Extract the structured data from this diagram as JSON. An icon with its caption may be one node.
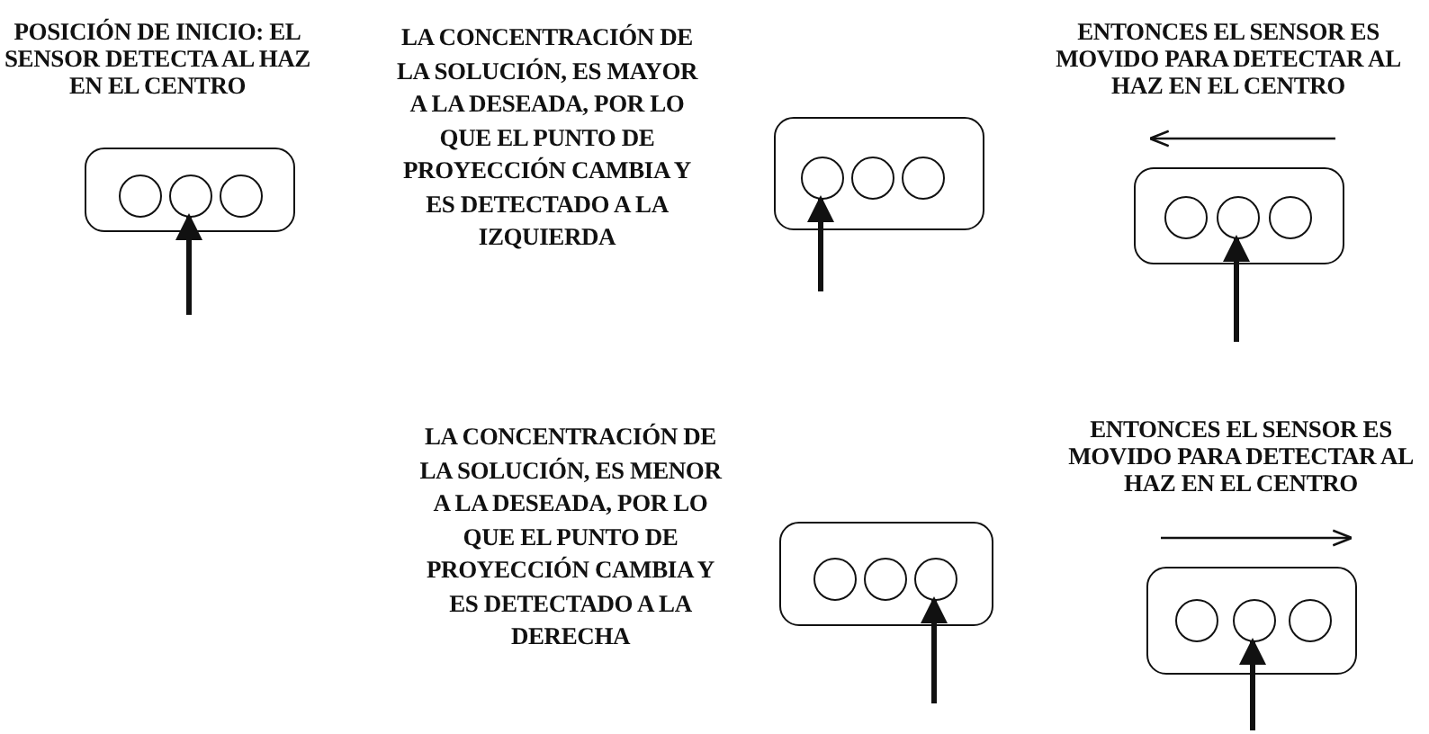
{
  "diagram": {
    "nodes": [
      {
        "text": [],
        "shape": "box",
        "beside": [
          "POSICIÓN DE INICIO: EL SENSOR DETECTA AL HAZ EN EL CENTRO"
        ]
      },
      {
        "text": [],
        "shape": "circle",
        "in": 0
      },
      {
        "text": [],
        "shape": "circle",
        "in": 0
      },
      {
        "text": [],
        "shape": "circle",
        "in": 0
      },
      {
        "text": [],
        "shape": "box",
        "beside": [
          "LA CONCENTRACIÓN DE LA SOLUCIÓN, ES MAYOR A LA DESEADA, POR LO QUE EL PUNTO DE PROYECCIÓN CAMBIA Y ES DETECTADO A LA IZQUIERDA"
        ]
      },
      {
        "text": [],
        "shape": "circle",
        "in": 4
      },
      {
        "text": [],
        "shape": "circle",
        "in": 4
      },
      {
        "text": [],
        "shape": "circle",
        "in": 4
      },
      {
        "text": [],
        "shape": "box",
        "beside": [
          "ENTONCES EL SENSOR ES MOVIDO PARA DETECTAR AL HAZ EN EL CENTRO"
        ]
      },
      {
        "text": [],
        "shape": "circle",
        "in": 8
      },
      {
        "text": [],
        "shape": "circle",
        "in": 8
      },
      {
        "text": [],
        "shape": "circle",
        "in": 8
      },
      {
        "text": [],
        "shape": "box",
        "beside": [
          "LA CONCENTRACIÓN DE LA SOLUCIÓN, ES MENOR A LA DESEADA, POR LO QUE EL PUNTO DE PROYECCIÓN CAMBIA Y ES DETECTADO A LA DERECHA"
        ]
      },
      {
        "text": [],
        "shape": "circle",
        "in": 12
      },
      {
        "text": [],
        "shape": "circle",
        "in": 12
      },
      {
        "text": [],
        "shape": "circle",
        "in": 12
      },
      {
        "text": [],
        "shape": "box",
        "beside": [
          "ENTONCES EL SENSOR ES MOVIDO PARA DETECTAR AL HAZ EN EL CENTRO"
        ]
      },
      {
        "text": [],
        "shape": "circle",
        "in": 16
      },
      {
        "text": [],
        "shape": "circle",
        "in": 16
      },
      {
        "text": [],
        "shape": "circle",
        "in": 16
      }
    ],
    "edges": [
      {
        "from": null,
        "to": 2,
        "arrow": "to"
      },
      {
        "from": null,
        "to": 5,
        "arrow": "to"
      },
      {
        "from": null,
        "to": 10,
        "arrow": "to"
      },
      {
        "from": null,
        "to": 15,
        "arrow": "to"
      },
      {
        "from": null,
        "to": 18,
        "arrow": "to"
      }
    ]
  }
}
